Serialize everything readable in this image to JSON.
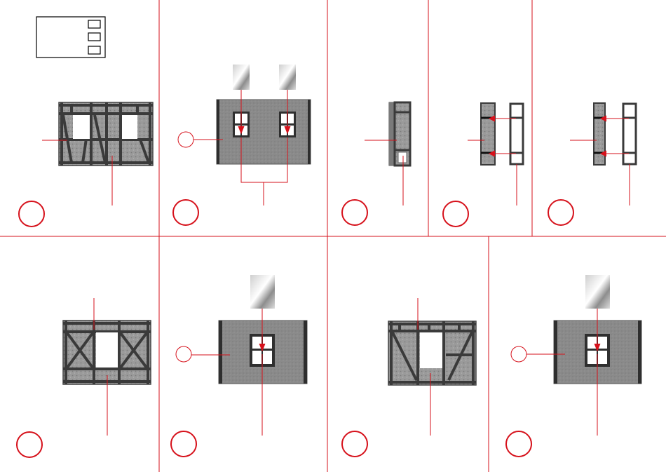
{
  "sheet": {
    "title": "",
    "accent_color": "#d6111b",
    "wall_color": "#8e8e8e",
    "timber_color": "#3a3a3a",
    "glass_color": "#c8c8c8"
  },
  "legend": {
    "rows": 3,
    "icons": [
      "checkbox-icon",
      "checkbox-icon",
      "checkbox-icon"
    ]
  },
  "steps": [
    {
      "id": "1",
      "number": "",
      "part": "half-timbered-wall-two-openings"
    },
    {
      "id": "2",
      "number": "",
      "part": "plaster-wall-two-windows-with-glazing"
    },
    {
      "id": "3",
      "number": "",
      "part": "corner-post-side-view"
    },
    {
      "id": "4",
      "number": "",
      "part": "corner-post-with-frame-a"
    },
    {
      "id": "5",
      "number": "",
      "part": "corner-post-with-frame-b"
    },
    {
      "id": "6",
      "number": "",
      "part": "half-timbered-wall-one-opening"
    },
    {
      "id": "7",
      "number": "",
      "part": "plaster-wall-one-window-with-glazing"
    },
    {
      "id": "8",
      "number": "",
      "part": "half-timbered-wall-door-opening"
    },
    {
      "id": "9",
      "number": "",
      "part": "plaster-wall-one-window-with-glazing-b"
    }
  ]
}
